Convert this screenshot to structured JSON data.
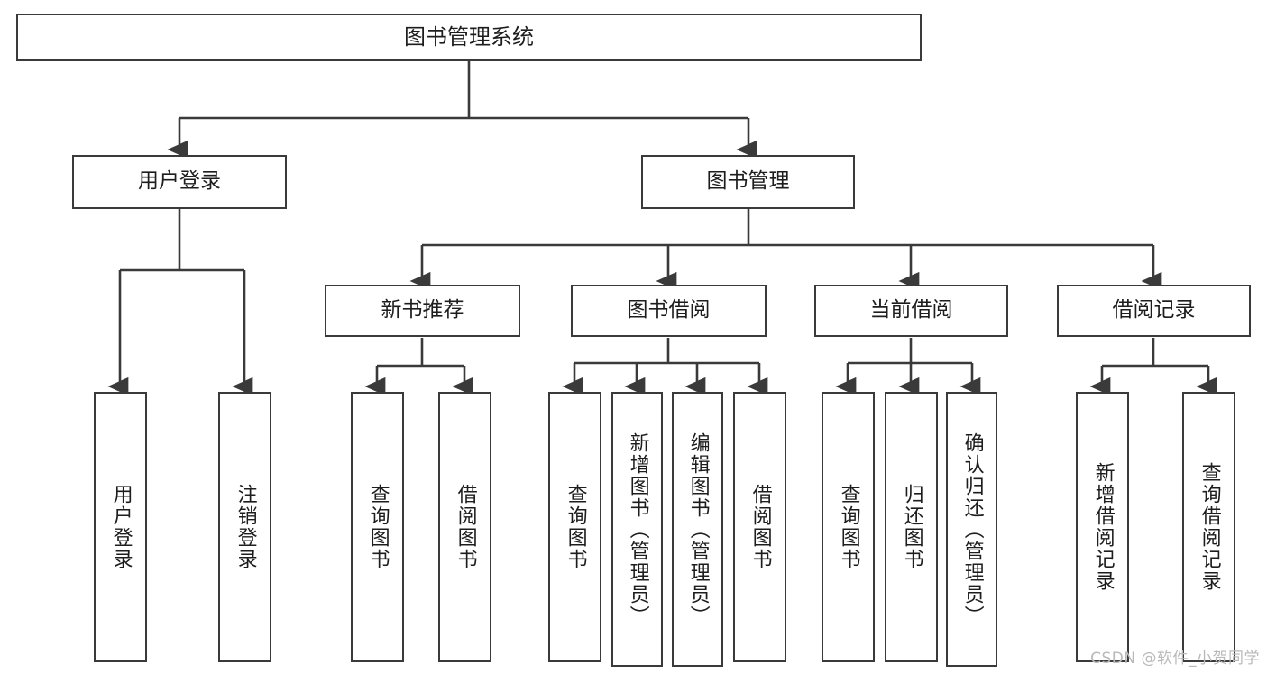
{
  "diagram": {
    "type": "tree-hierarchy",
    "title": "图书管理系统",
    "orientation": "top-down",
    "line_color": "#3a3a3a",
    "box_fill": "#ffffff",
    "text_color": "#1d1d1d"
  },
  "nodes": {
    "root": {
      "label": "图书管理系统",
      "level": 1
    },
    "l2": [
      {
        "id": "user-login",
        "label": "用户登录",
        "level": 2
      },
      {
        "id": "book-manage",
        "label": "图书管理",
        "level": 2
      }
    ],
    "l3": [
      {
        "id": "new-book-recommend",
        "label": "新书推荐",
        "level": 3
      },
      {
        "id": "book-borrow",
        "label": "图书借阅",
        "level": 3
      },
      {
        "id": "current-borrow",
        "label": "当前借阅",
        "level": 3
      },
      {
        "id": "borrow-record",
        "label": "借阅记录",
        "level": 3
      }
    ],
    "leaves": [
      {
        "id": "leaf-user-login",
        "label": "用户登录",
        "parent": "user-login"
      },
      {
        "id": "leaf-user-logout",
        "label": "注销登录",
        "parent": "user-login"
      },
      {
        "id": "leaf-query-book-1",
        "label": "查询图书",
        "parent": "new-book-recommend"
      },
      {
        "id": "leaf-borrow-book-1",
        "label": "借阅图书",
        "parent": "new-book-recommend"
      },
      {
        "id": "leaf-query-book-2",
        "label": "查询图书",
        "parent": "book-borrow"
      },
      {
        "id": "leaf-add-book",
        "label": "新增图书（管理员）",
        "parent": "book-borrow"
      },
      {
        "id": "leaf-edit-book",
        "label": "编辑图书（管理员）",
        "parent": "book-borrow"
      },
      {
        "id": "leaf-borrow-book-2",
        "label": "借阅图书",
        "parent": "book-borrow"
      },
      {
        "id": "leaf-query-book-3",
        "label": "查询图书",
        "parent": "current-borrow"
      },
      {
        "id": "leaf-return-book",
        "label": "归还图书",
        "parent": "current-borrow"
      },
      {
        "id": "leaf-confirm-return",
        "label": "确认归还（管理员）",
        "parent": "current-borrow"
      },
      {
        "id": "leaf-add-record",
        "label": "新增借阅记录",
        "parent": "borrow-record"
      },
      {
        "id": "leaf-query-record",
        "label": "查询借阅记录",
        "parent": "borrow-record"
      }
    ]
  },
  "watermark": {
    "text": "CSDN @软件_小贺同学"
  }
}
